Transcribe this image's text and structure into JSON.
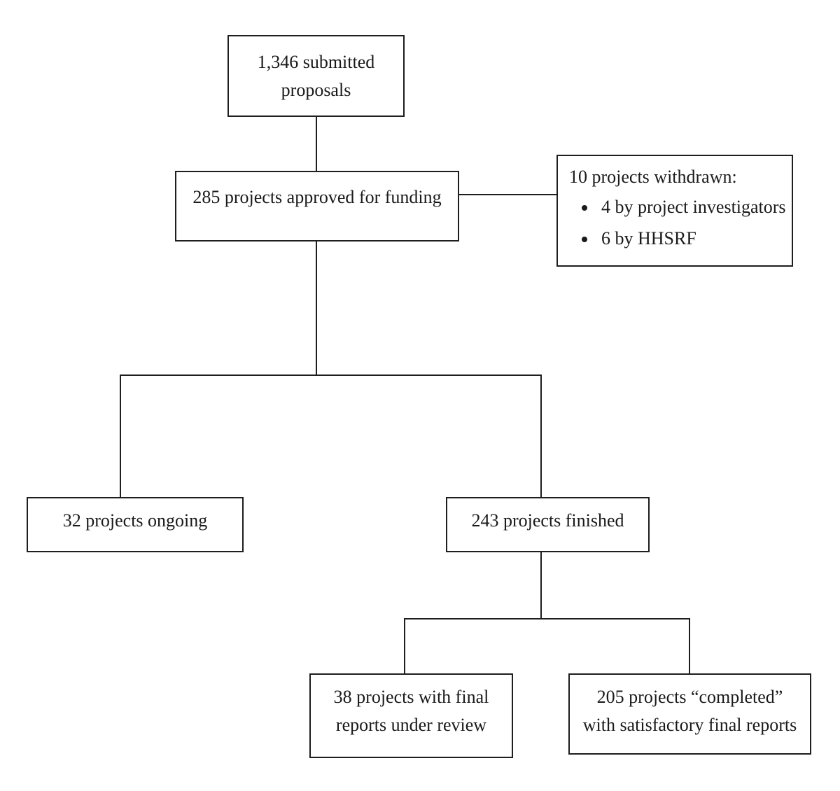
{
  "diagram": {
    "type": "flowchart",
    "description_visible_text_only": true,
    "nodes": {
      "submitted": {
        "lines": [
          "1,346 submitted",
          "proposals"
        ]
      },
      "approved": {
        "lines": [
          "285 projects approved for funding"
        ]
      },
      "withdrawn": {
        "heading": "10 projects withdrawn:",
        "bullets": [
          "4 by project investigators",
          "6 by HHSRF"
        ]
      },
      "ongoing": {
        "lines": [
          "32 projects ongoing"
        ]
      },
      "finished": {
        "lines": [
          "243 projects finished"
        ]
      },
      "under_review": {
        "lines": [
          "38 projects with final",
          "reports under review"
        ]
      },
      "completed": {
        "lines": [
          "205 projects “completed”",
          "with satisfactory final reports"
        ]
      }
    },
    "edges": [
      {
        "from": "submitted",
        "to": "approved"
      },
      {
        "from": "approved",
        "to": "withdrawn"
      },
      {
        "from": "approved",
        "to": "ongoing"
      },
      {
        "from": "approved",
        "to": "finished"
      },
      {
        "from": "finished",
        "to": "under_review"
      },
      {
        "from": "finished",
        "to": "completed"
      }
    ],
    "colors": {
      "line": "#1e1e1e",
      "text": "#1a1a1a",
      "background": "#ffffff"
    }
  }
}
